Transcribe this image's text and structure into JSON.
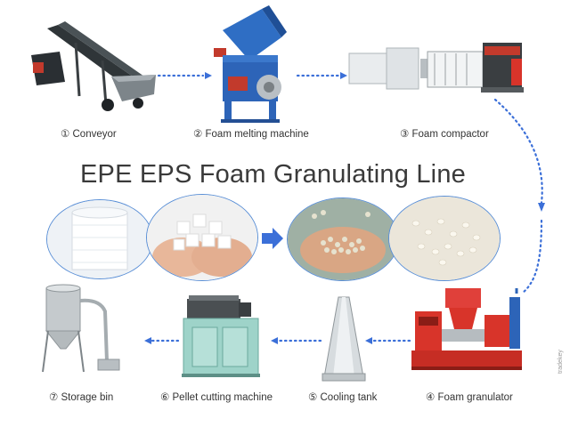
{
  "title": "EPE EPS Foam Granulating Line",
  "steps": [
    {
      "label": "① Conveyor"
    },
    {
      "label": "② Foam melting machine"
    },
    {
      "label": "③ Foam compactor"
    },
    {
      "label": "④ Foam granulator"
    },
    {
      "label": "⑤ Cooling tank"
    },
    {
      "label": "⑥ Pellet cutting machine"
    },
    {
      "label": "⑦ Storage bin"
    }
  ],
  "watermark": "tradekey",
  "colors": {
    "arrow": "#3b6fd8",
    "machine_red": "#d8342a",
    "machine_blue": "#2d64b8",
    "oval_border": "#5a8fd6"
  }
}
